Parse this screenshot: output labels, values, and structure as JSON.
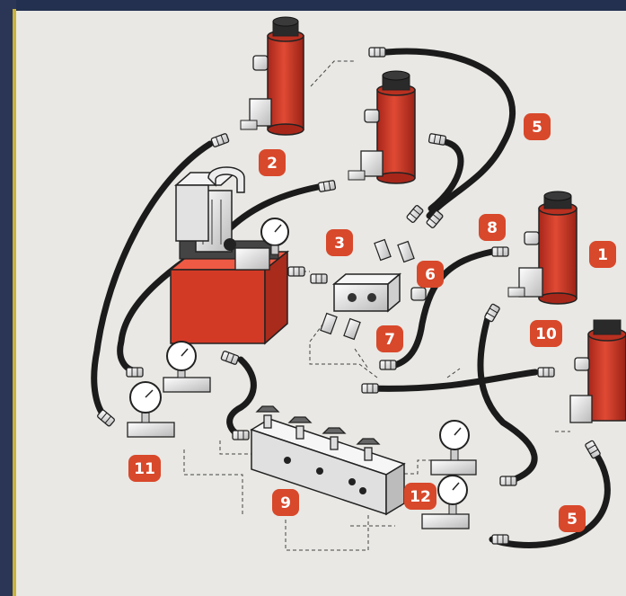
{
  "diagram": {
    "colors": {
      "badge": "#d8482b",
      "cylinder": "#d33a26",
      "hose": "#1b1b1b",
      "paper": "#e9e8e4",
      "frame_top": "#23304f",
      "frame_left": "#c9b23a"
    },
    "callouts": [
      {
        "id": "c1",
        "label": "1"
      },
      {
        "id": "c2",
        "label": "2"
      },
      {
        "id": "c3",
        "label": "3"
      },
      {
        "id": "c5a",
        "label": "5"
      },
      {
        "id": "c5b",
        "label": "5"
      },
      {
        "id": "c6",
        "label": "6"
      },
      {
        "id": "c7",
        "label": "7"
      },
      {
        "id": "c8",
        "label": "8"
      },
      {
        "id": "c9",
        "label": "9"
      },
      {
        "id": "c10",
        "label": "10"
      },
      {
        "id": "c11",
        "label": "11"
      },
      {
        "id": "c12",
        "label": "12"
      }
    ],
    "components": [
      {
        "name": "electric-hydraulic-pump",
        "icon": "pump-icon"
      },
      {
        "name": "hydraulic-cylinder",
        "icon": "cylinder-icon",
        "count": 4
      },
      {
        "name": "control-manifold",
        "icon": "manifold-icon",
        "valves": 4
      },
      {
        "name": "pressure-gauge",
        "icon": "gauge-icon",
        "count": 5
      },
      {
        "name": "coupler",
        "icon": "coupler-icon"
      },
      {
        "name": "hose",
        "icon": "hose-icon"
      }
    ]
  }
}
